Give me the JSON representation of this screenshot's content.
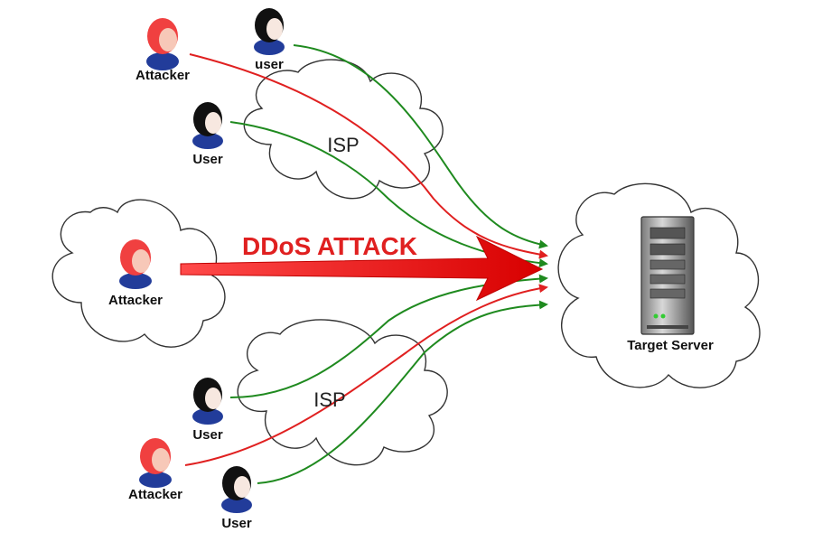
{
  "title": "DDoS ATTACK",
  "isp_label": "ISP",
  "server_label": "Target Server",
  "nodes": {
    "attacker_top": {
      "label": "Attacker",
      "role": "attacker"
    },
    "user_top": {
      "label": "user",
      "role": "user"
    },
    "user_upper": {
      "label": "User",
      "role": "user"
    },
    "attacker_main": {
      "label": "Attacker",
      "role": "attacker"
    },
    "user_lower": {
      "label": "User",
      "role": "user"
    },
    "attacker_bottom": {
      "label": "Attacker",
      "role": "attacker"
    },
    "user_bottom": {
      "label": "User",
      "role": "user"
    }
  },
  "colors": {
    "attack": "#e02020",
    "legit": "#1f8a1f",
    "attacker_face": "#f04040",
    "user_hair": "#111111",
    "shirt": "#223c9a",
    "cloud_stroke": "#333333"
  }
}
